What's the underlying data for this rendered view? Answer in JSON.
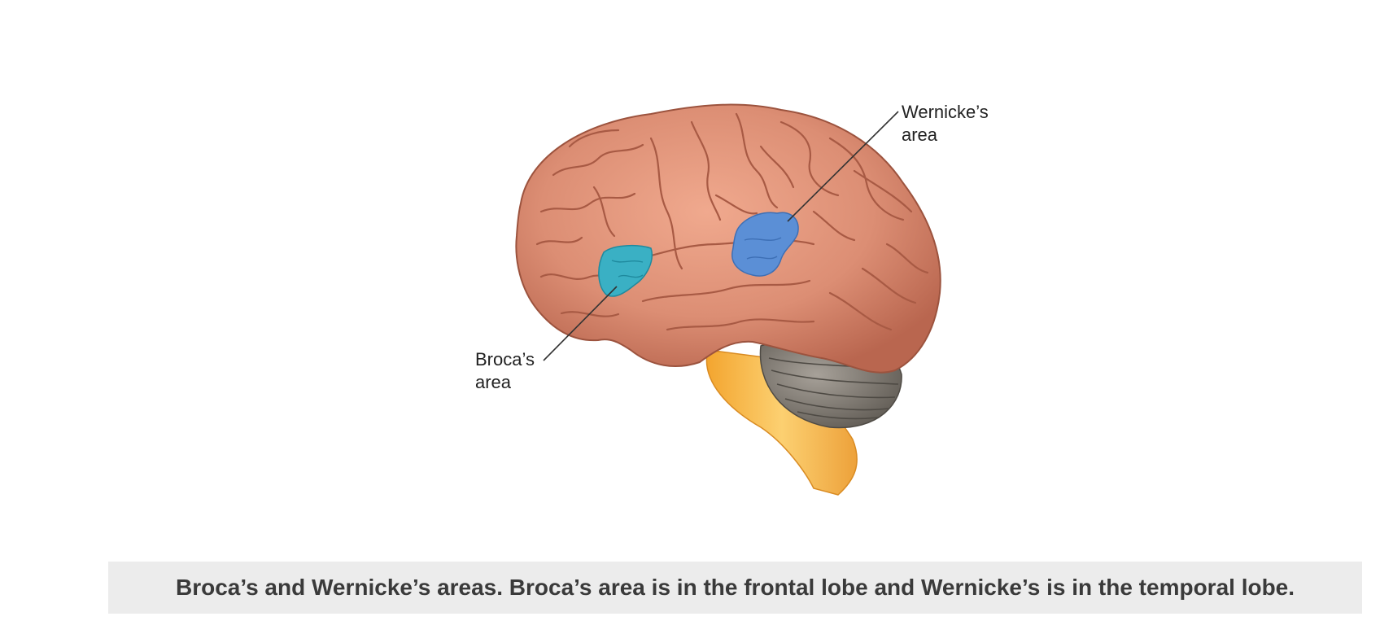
{
  "figure": {
    "labels": {
      "wernicke": {
        "line1": "Wernicke’s",
        "line2": "area"
      },
      "broca": {
        "line1": "Broca’s",
        "line2": "area"
      }
    },
    "colors": {
      "cortex": "#d98c73",
      "cortex_shadow": "#b8654f",
      "gyri_lines": "#a85a44",
      "broca_area": "#3ab0c4",
      "wernicke_area": "#5b8fd6",
      "cerebellum": "#7c776f",
      "brainstem": "#f6b548"
    }
  },
  "caption": "Broca’s and Wernicke’s areas. Broca’s area is in the frontal lobe and Wernicke’s is in the temporal lobe."
}
